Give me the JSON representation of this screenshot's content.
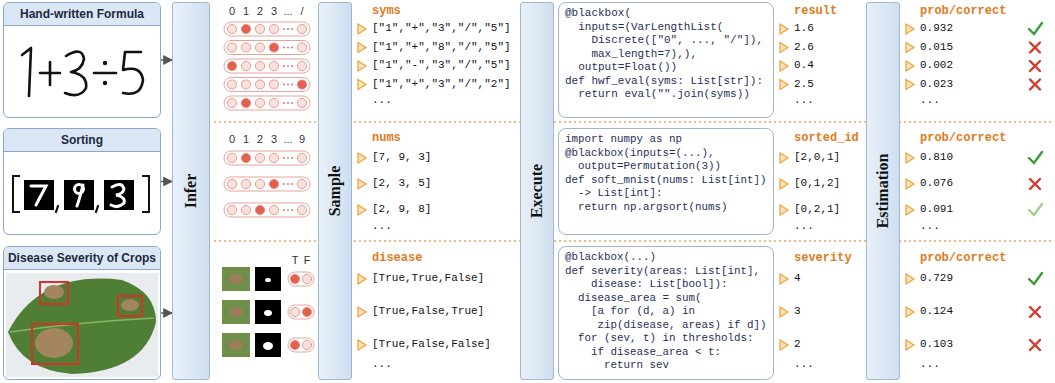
{
  "diagram": {
    "nodes": [
      {
        "text": [
          "Hand-written Formula"
        ]
      },
      {
        "text": [
          "Sorting"
        ]
      },
      {
        "text": [
          "Disease Severity of Crops"
        ]
      },
      {
        "text": [
          "Infer"
        ]
      },
      {
        "text": [
          "Sample"
        ]
      },
      {
        "text": [
          "Execute"
        ]
      },
      {
        "text": [
          "Estimation"
        ]
      },
      {
        "text": [
          "@blackbox(",
          "  inputs=(VarLengthList(",
          "    Discrete([\"0\", ..., \"/\"]),",
          "    max_length=7),),",
          "  output=Float())",
          "def hwf_eval(syms: List[str]):",
          "  return eval(\"\".join(syms))"
        ]
      },
      {
        "text": [
          "import numpy as np",
          "@blackbox(inputs=(...),",
          "  output=Permutation(3))",
          "def soft_mnist(nums: List[int])",
          "  -> List[int]:",
          "  return np.argsort(nums)"
        ]
      },
      {
        "text": [
          "@blackbox(...)",
          "def severity(areas: List[int],",
          "    disease: List[bool]):",
          "  disease_area = sum(",
          "    [a for (d, a) in",
          "     zip(disease, areas) if d])",
          "  for (sev, t) in thresholds:",
          "    if disease_area < t:",
          "      return sev"
        ]
      }
    ],
    "edges": [
      {
        "from": 0,
        "to": 3,
        "arrow": "to"
      },
      {
        "from": 1,
        "to": 3,
        "arrow": "to"
      },
      {
        "from": 2,
        "to": 3,
        "arrow": "to"
      }
    ],
    "labels": [
      "0",
      "1",
      "2",
      "3",
      "...",
      "/",
      "syms",
      "[\"1\",\"+\",\"3\",\"/\",\"5\"]",
      "[\"1\",\"+\",\"8\",\"/\",\"5\"]",
      "[\"1\",\"-\",\"3\",\"/\",\"5\"]",
      "[\"1\",\"+\",\"3\",\"/\",\"2\"]",
      "...",
      "result",
      "1.6",
      "2.6",
      "0.4",
      "2.5",
      "...",
      "prob/correct",
      "0.932",
      "0.015",
      "0.002",
      "0.023",
      "...",
      "0",
      "1",
      "2",
      "3",
      "...",
      "9",
      "nums",
      "[7, 9, 3]",
      "[2, 3, 5]",
      "[2, 9, 8]",
      "...",
      "sorted_id",
      "[2,0,1]",
      "[0,1,2]",
      "[0,2,1]",
      "...",
      "prob/correct",
      "0.810",
      "0.076",
      "0.091",
      "...",
      "T",
      "F",
      "disease",
      "[True,True,False]",
      "[True,False,True]",
      "[True,False,False]",
      "...",
      "severity",
      "4",
      "3",
      "2",
      "...",
      "prob/correct",
      "0.729",
      "0.124",
      "0.103",
      "..."
    ]
  }
}
